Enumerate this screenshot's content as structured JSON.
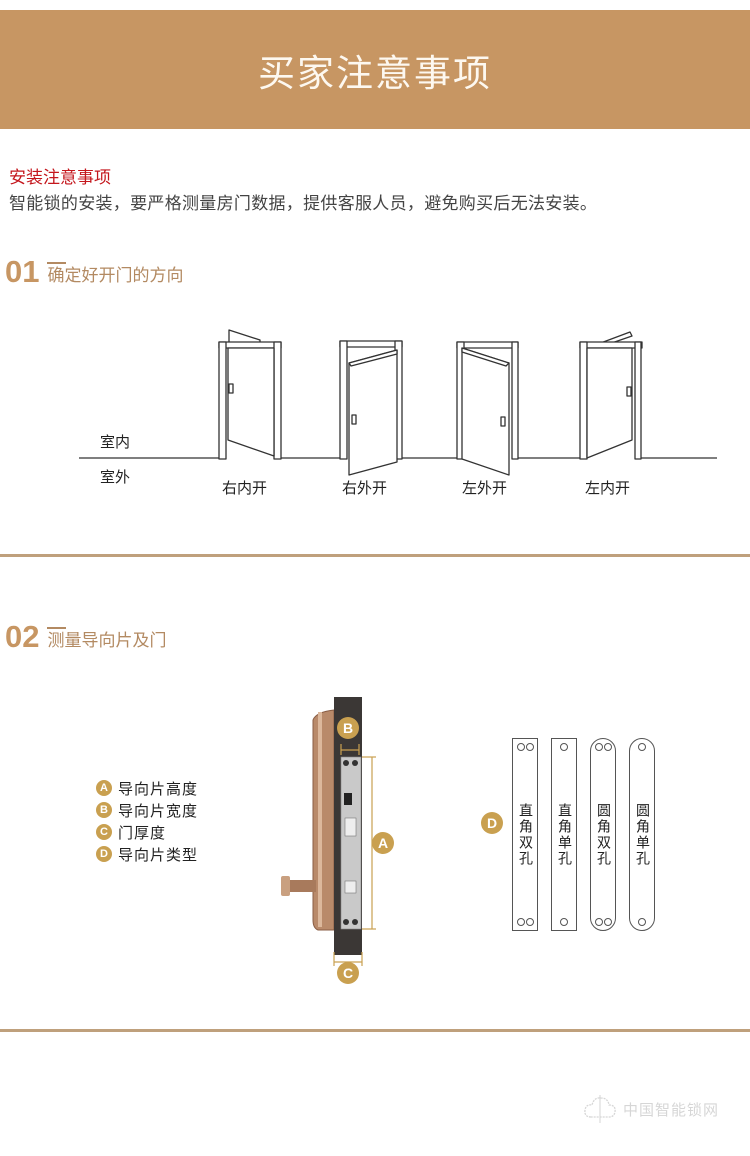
{
  "banner": {
    "title": "买家注意事项"
  },
  "notice": {
    "title": "安装注意事项",
    "body": "智能锁的安装，要严格测量房门数据，提供客服人员，避免购买后无法安装。"
  },
  "section1": {
    "number": "01",
    "title": "确定好开门的方向",
    "side_labels": {
      "indoor": "室内",
      "outdoor": "室外"
    },
    "doors": [
      {
        "label": "右内开"
      },
      {
        "label": "右外开"
      },
      {
        "label": "左外开"
      },
      {
        "label": "左内开"
      }
    ]
  },
  "section2": {
    "number": "02",
    "title": "测量导向片及门",
    "legend": [
      {
        "badge": "A",
        "text": "导向片高度"
      },
      {
        "badge": "B",
        "text": "导向片宽度"
      },
      {
        "badge": "C",
        "text": "门厚度"
      },
      {
        "badge": "D",
        "text": "导向片类型"
      }
    ],
    "diagram_badges": {
      "a": "A",
      "b": "B",
      "c": "C",
      "d": "D"
    },
    "plates": [
      {
        "text": "直角双孔",
        "shape": "square",
        "holes": 2
      },
      {
        "text": "直角单孔",
        "shape": "square",
        "holes": 1
      },
      {
        "text": "圆角双孔",
        "shape": "round",
        "holes": 2
      },
      {
        "text": "圆角单孔",
        "shape": "round",
        "holes": 1
      }
    ]
  },
  "colors": {
    "accent": "#c79663",
    "gold_badge": "#c9a050",
    "notice_red": "#c4161c",
    "divider": "#bfa07c"
  },
  "watermark": {
    "text": "中国智能锁网",
    "icon": "cloud-logo-icon"
  }
}
